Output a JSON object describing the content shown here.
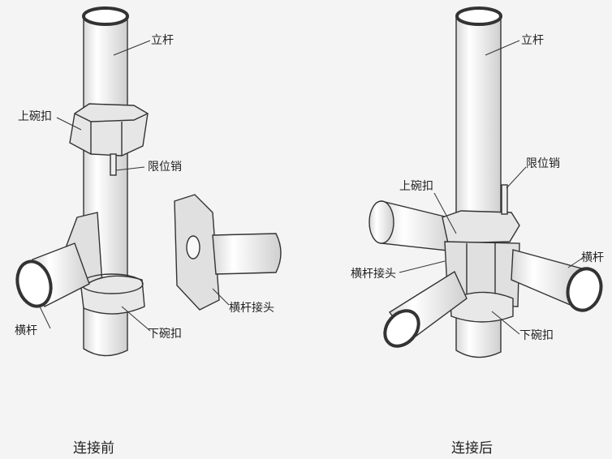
{
  "left": {
    "caption": "连接前",
    "labels": {
      "upright": "立杆",
      "upper_cup": "上碗扣",
      "limit_pin": "限位销",
      "crossbar": "横杆",
      "lower_cup": "下碗扣",
      "crossbar_joint": "横杆接头"
    }
  },
  "right": {
    "caption": "连接后",
    "labels": {
      "upright": "立杆",
      "limit_pin": "限位销",
      "upper_cup": "上碗扣",
      "crossbar": "横杆",
      "crossbar_joint": "横杆接头",
      "lower_cup": "下碗扣"
    }
  }
}
